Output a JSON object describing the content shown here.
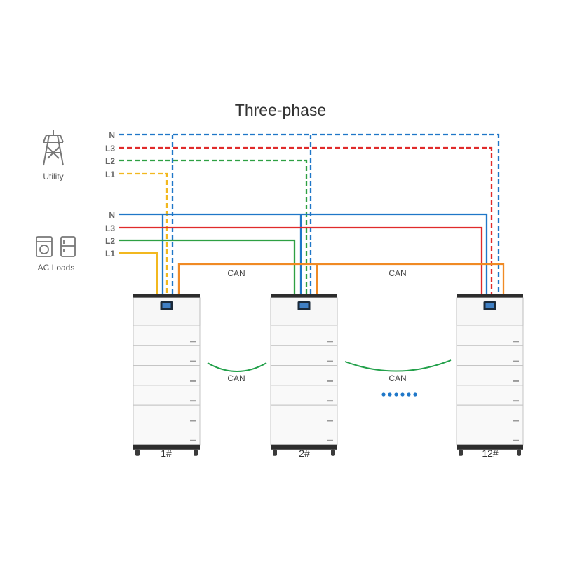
{
  "title": "Three-phase",
  "utility": {
    "label": "Utility",
    "icon": "power-tower-icon"
  },
  "ac_loads": {
    "label": "AC Loads",
    "icons": [
      "washing-machine-icon",
      "refrigerator-icon"
    ]
  },
  "utility_lines": [
    "N",
    "L3",
    "L2",
    "L1"
  ],
  "load_lines": [
    "N",
    "L3",
    "L2",
    "L1"
  ],
  "colors": {
    "N": "#1f77c8",
    "L3": "#e02b2b",
    "L2": "#2ea043",
    "L1": "#f2b81f",
    "CAN_wire": "#f08a24",
    "CAN_link": "#22a04a",
    "dots": "#1f77c8"
  },
  "can_labels": {
    "wire_1": "CAN",
    "wire_2": "CAN",
    "link_1": "CAN",
    "link_2": "CAN"
  },
  "units": [
    "1#",
    "2#",
    "12#"
  ]
}
